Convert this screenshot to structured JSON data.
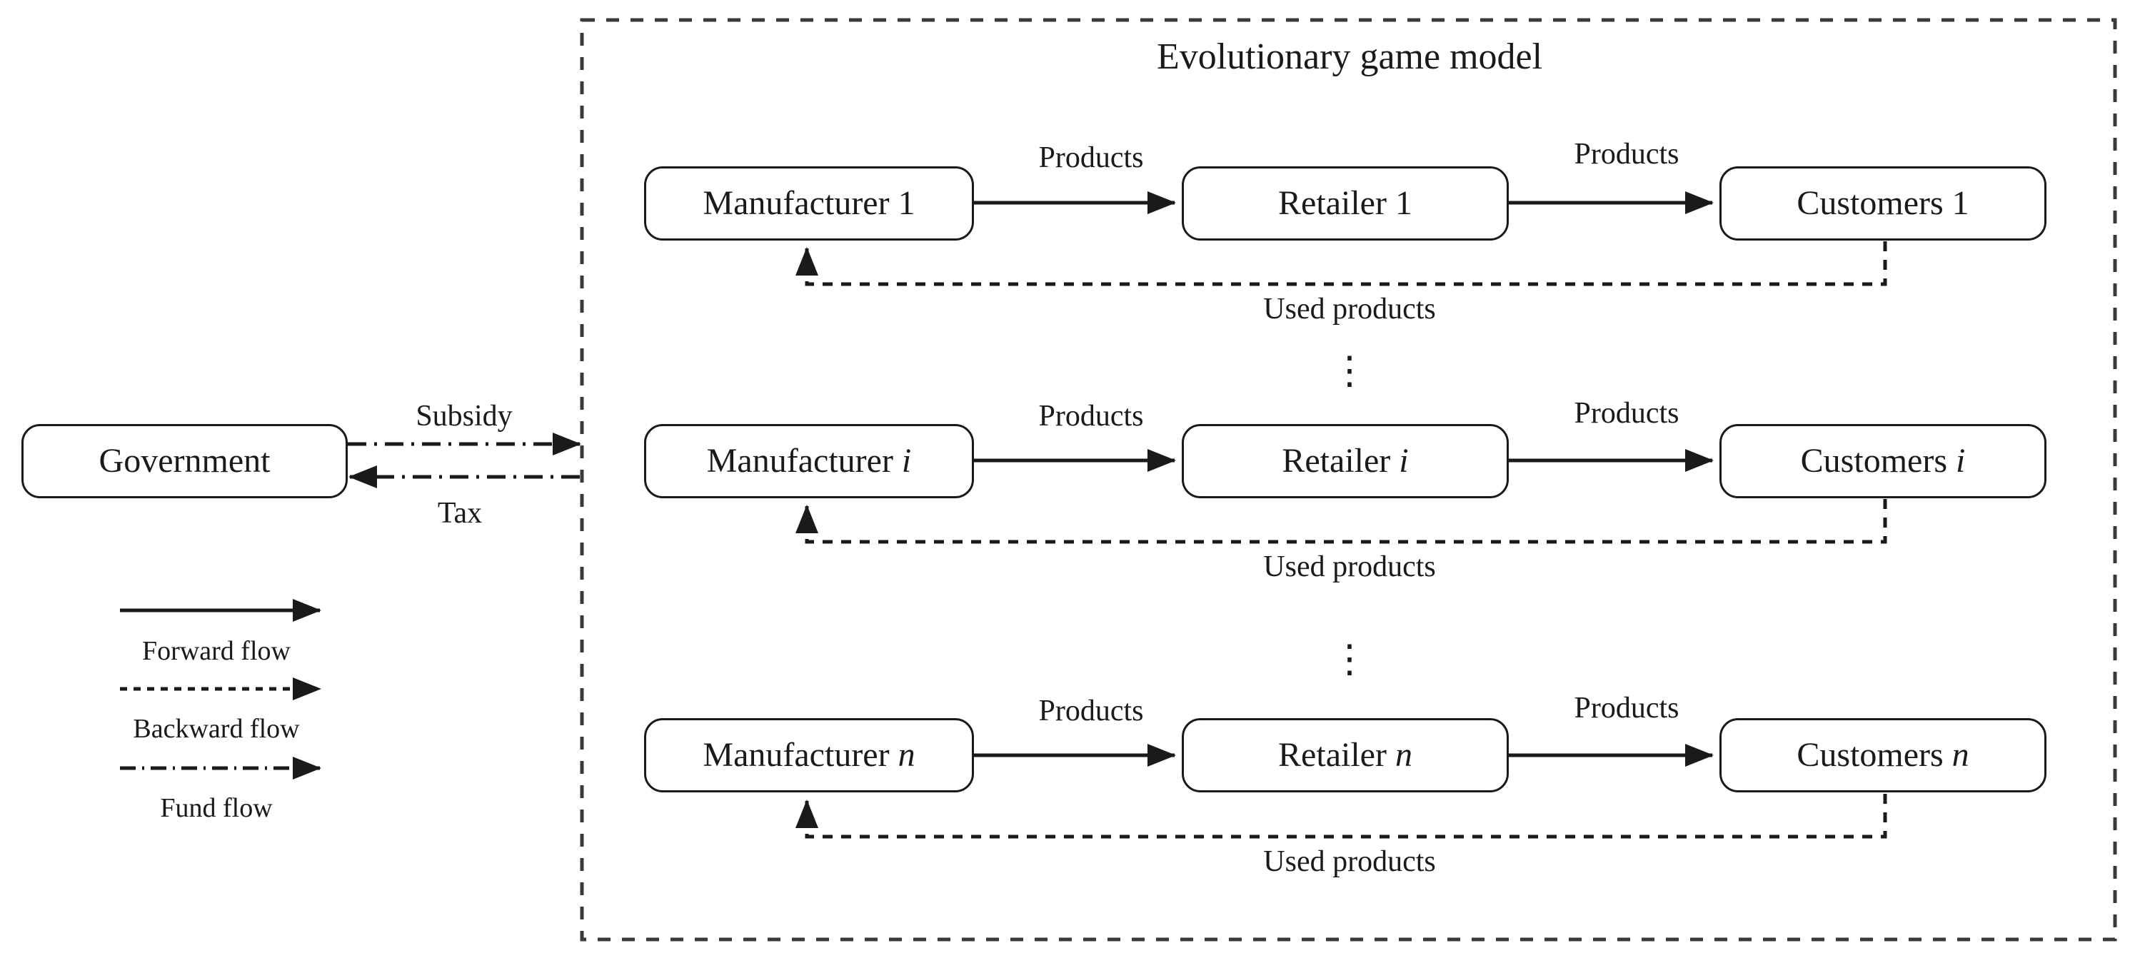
{
  "diagram": {
    "container_title": "Evolutionary game model",
    "rows": [
      {
        "manufacturer": "Manufacturer 1",
        "retailer": "Retailer 1",
        "customers": "Customers 1",
        "forward_label_1": "Products",
        "forward_label_2": "Products",
        "backward_label": "Used products"
      },
      {
        "manufacturer": "Manufacturer i",
        "retailer": "Retailer i",
        "customers": "Customers i",
        "forward_label_1": "Products",
        "forward_label_2": "Products",
        "backward_label": "Used products"
      },
      {
        "manufacturer": "Manufacturer n",
        "retailer": "Retailer n",
        "customers": "Customers n",
        "forward_label_1": "Products",
        "forward_label_2": "Products",
        "backward_label": "Used products"
      }
    ],
    "ellipsis": "⋮",
    "government": {
      "label": "Government",
      "subsidy_label": "Subsidy",
      "tax_label": "Tax"
    },
    "legend": {
      "items": [
        {
          "label": "Forward flow",
          "style": "solid"
        },
        {
          "label": "Backward flow",
          "style": "dotted"
        },
        {
          "label": "Fund flow",
          "style": "dash-dot"
        }
      ]
    },
    "colors": {
      "stroke": "#1a1a1a",
      "background": "#ffffff"
    }
  }
}
